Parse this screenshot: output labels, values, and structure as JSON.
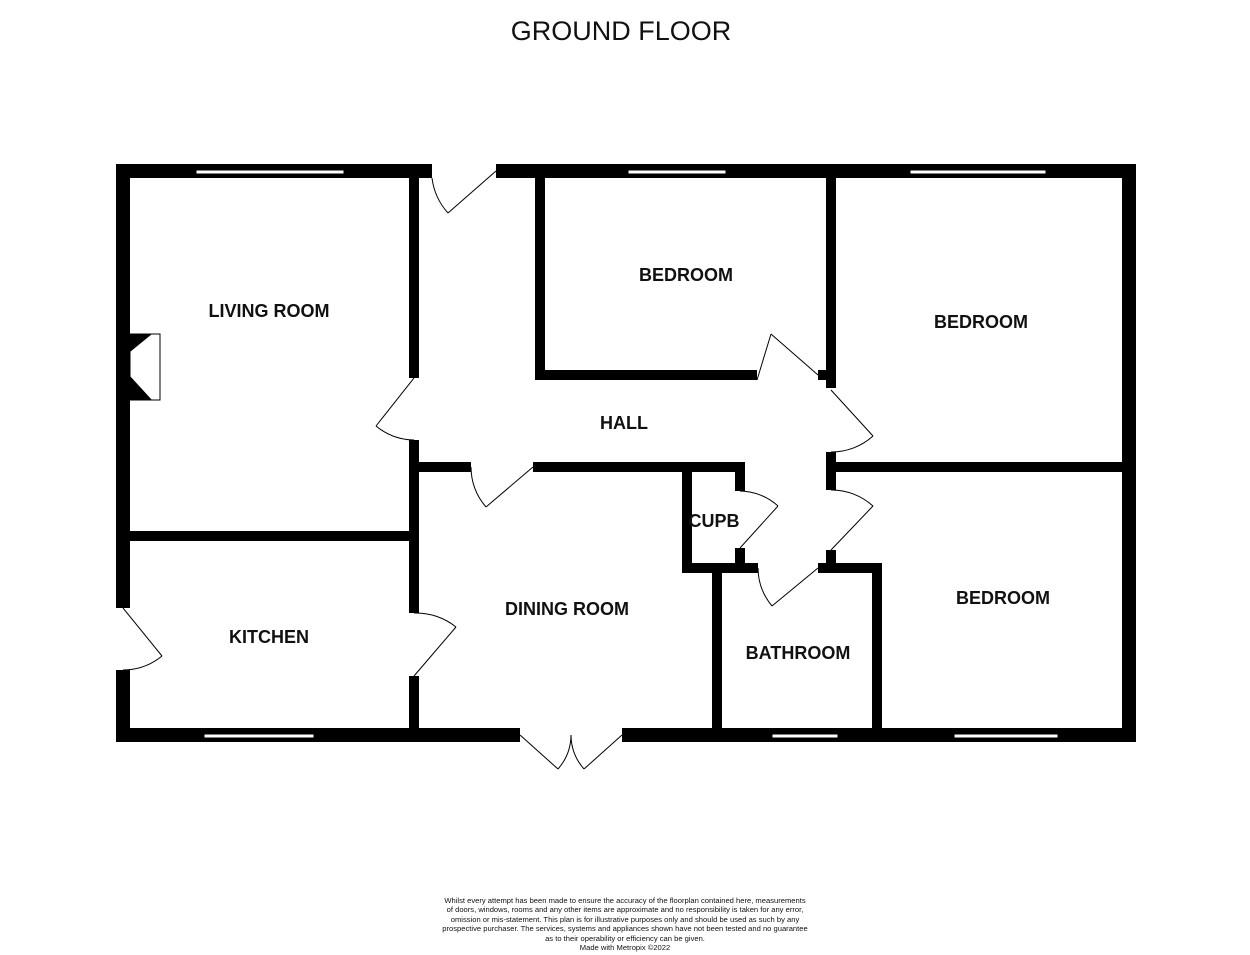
{
  "title": "GROUND FLOOR",
  "rooms": {
    "living_room": "LIVING ROOM",
    "bedroom_1": "BEDROOM",
    "bedroom_2": "BEDROOM",
    "bedroom_3": "BEDROOM",
    "hall": "HALL",
    "cupboard": "CUPB",
    "kitchen": "KITCHEN",
    "dining_room": "DINING ROOM",
    "bathroom": "BATHROOM"
  },
  "disclaimer": {
    "line1": "Whilst every attempt has been made to ensure the accuracy of the floorplan contained here, measurements",
    "line2": "of doors, windows, rooms and any other items are approximate and no responsibility is taken for any error,",
    "line3": "omission or mis-statement. This plan is for illustrative purposes only and should be used as such by any",
    "line4": "prospective purchaser. The services, systems and appliances shown have not been tested and no guarantee",
    "line5": "as to their operability or efficiency can be given.",
    "credit": "Made with Metropix ©2022"
  },
  "colors": {
    "wall": "#000000",
    "background": "#ffffff"
  }
}
